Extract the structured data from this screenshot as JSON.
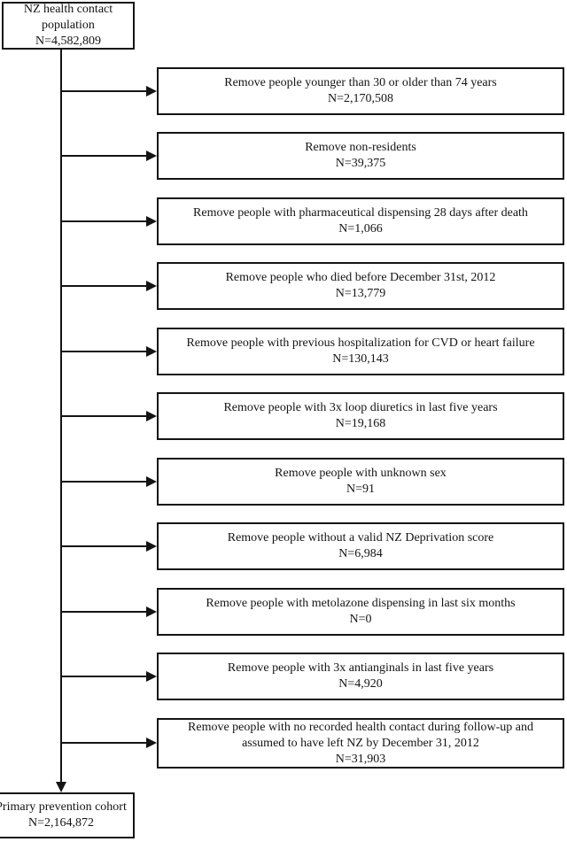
{
  "flow": {
    "source": {
      "label": "NZ health contact population",
      "count": "N=4,582,809"
    },
    "steps": [
      {
        "label": "Remove people younger than 30 or older than 74 years",
        "count": "N=2,170,508"
      },
      {
        "label": "Remove non-residents",
        "count": "N=39,375"
      },
      {
        "label": "Remove people with pharmaceutical dispensing 28 days after death",
        "count": "N=1,066"
      },
      {
        "label": "Remove people who died before December 31st, 2012",
        "count": "N=13,779"
      },
      {
        "label": "Remove people with previous hospitalization for CVD or heart failure",
        "count": "N=130,143"
      },
      {
        "label": "Remove people with 3x loop diuretics in last five years",
        "count": "N=19,168"
      },
      {
        "label": "Remove people with unknown sex",
        "count": "N=91"
      },
      {
        "label": "Remove people without a valid NZ Deprivation score",
        "count": "N=6,984"
      },
      {
        "label": "Remove people with metolazone dispensing in last six months",
        "count": "N=0"
      },
      {
        "label": "Remove people with 3x antianginals in last five years",
        "count": "N=4,920"
      },
      {
        "label": "Remove people with no recorded health contact during follow-up and assumed to have left NZ by December 31, 2012",
        "count": "N=31,903"
      }
    ],
    "result": {
      "label": "Primary prevention cohort",
      "count": "N=2,164,872"
    },
    "colors": {
      "line": "#141414",
      "text": "#141414",
      "background": "#ffffff"
    }
  }
}
